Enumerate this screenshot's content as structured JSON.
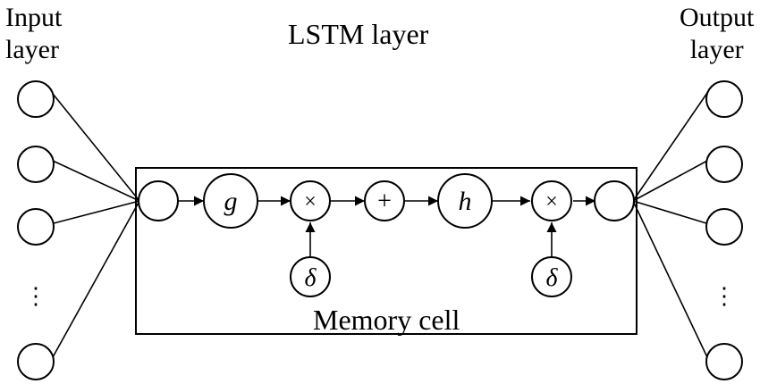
{
  "labels": {
    "input_line1": "Input",
    "input_line2": "layer",
    "output_line1": "Output",
    "output_line2": "layer",
    "lstm": "LSTM layer",
    "memory_cell": "Memory cell"
  },
  "symbols": {
    "input_ellipsis": "⋮",
    "output_ellipsis": "⋮",
    "g": "g",
    "mult_1": "×",
    "plus": "+",
    "h": "h",
    "mult_2": "×",
    "delta_1": "δ",
    "delta_2": "δ"
  },
  "colors": {
    "stroke": "#000000",
    "background": "#ffffff"
  }
}
